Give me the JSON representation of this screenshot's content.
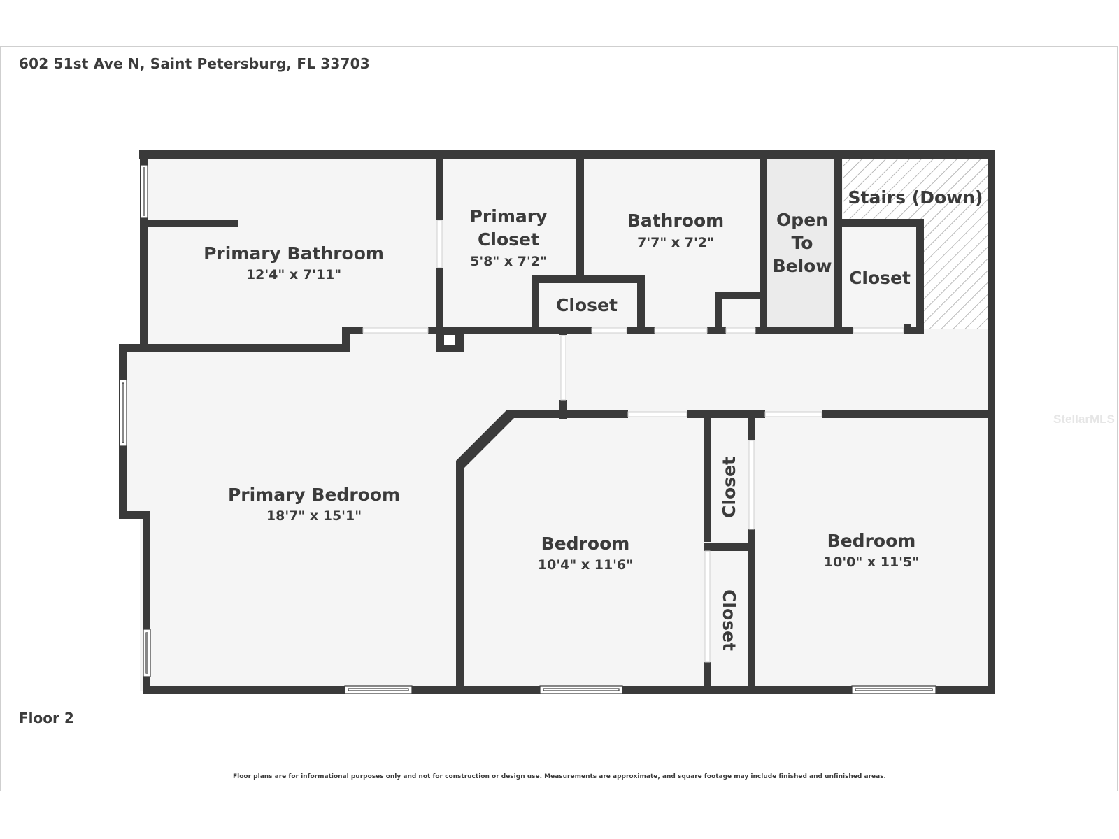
{
  "address": "602 51st Ave N, Saint Petersburg, FL 33703",
  "floor_label": "Floor 2",
  "disclaimer": "Floor plans are for informational purposes only and not for construction or design use. Measurements are approximate, and square footage may include finished and unfinished areas.",
  "watermark": "StellarMLS",
  "rooms": {
    "primary_bathroom": {
      "name": "Primary Bathroom",
      "dims": "12'4\" x 7'11\""
    },
    "primary_closet": {
      "name_line1": "Primary",
      "name_line2": "Closet",
      "dims": "5'8\" x 7'2\""
    },
    "bathroom": {
      "name": "Bathroom",
      "dims": "7'7\" x 7'2\""
    },
    "open_to_below": {
      "line1": "Open",
      "line2": "To",
      "line3": "Below"
    },
    "stairs": {
      "name": "Stairs (Down)"
    },
    "closet_stairs": {
      "name": "Closet"
    },
    "closet_hall": {
      "name": "Closet"
    },
    "primary_bedroom": {
      "name": "Primary Bedroom",
      "dims": "18'7\" x 15'1\""
    },
    "bedroom_center": {
      "name": "Bedroom",
      "dims": "10'4\" x 11'6\""
    },
    "bedroom_right": {
      "name": "Bedroom",
      "dims": "10'0\" x 11'5\""
    },
    "closet_upper": {
      "name": "Closet"
    },
    "closet_lower": {
      "name": "Closet"
    }
  },
  "colors": {
    "wall": "#3a3a3a",
    "floor": "#f5f5f5",
    "open_to_below": "#ebebeb",
    "text": "#3b3b3b"
  }
}
